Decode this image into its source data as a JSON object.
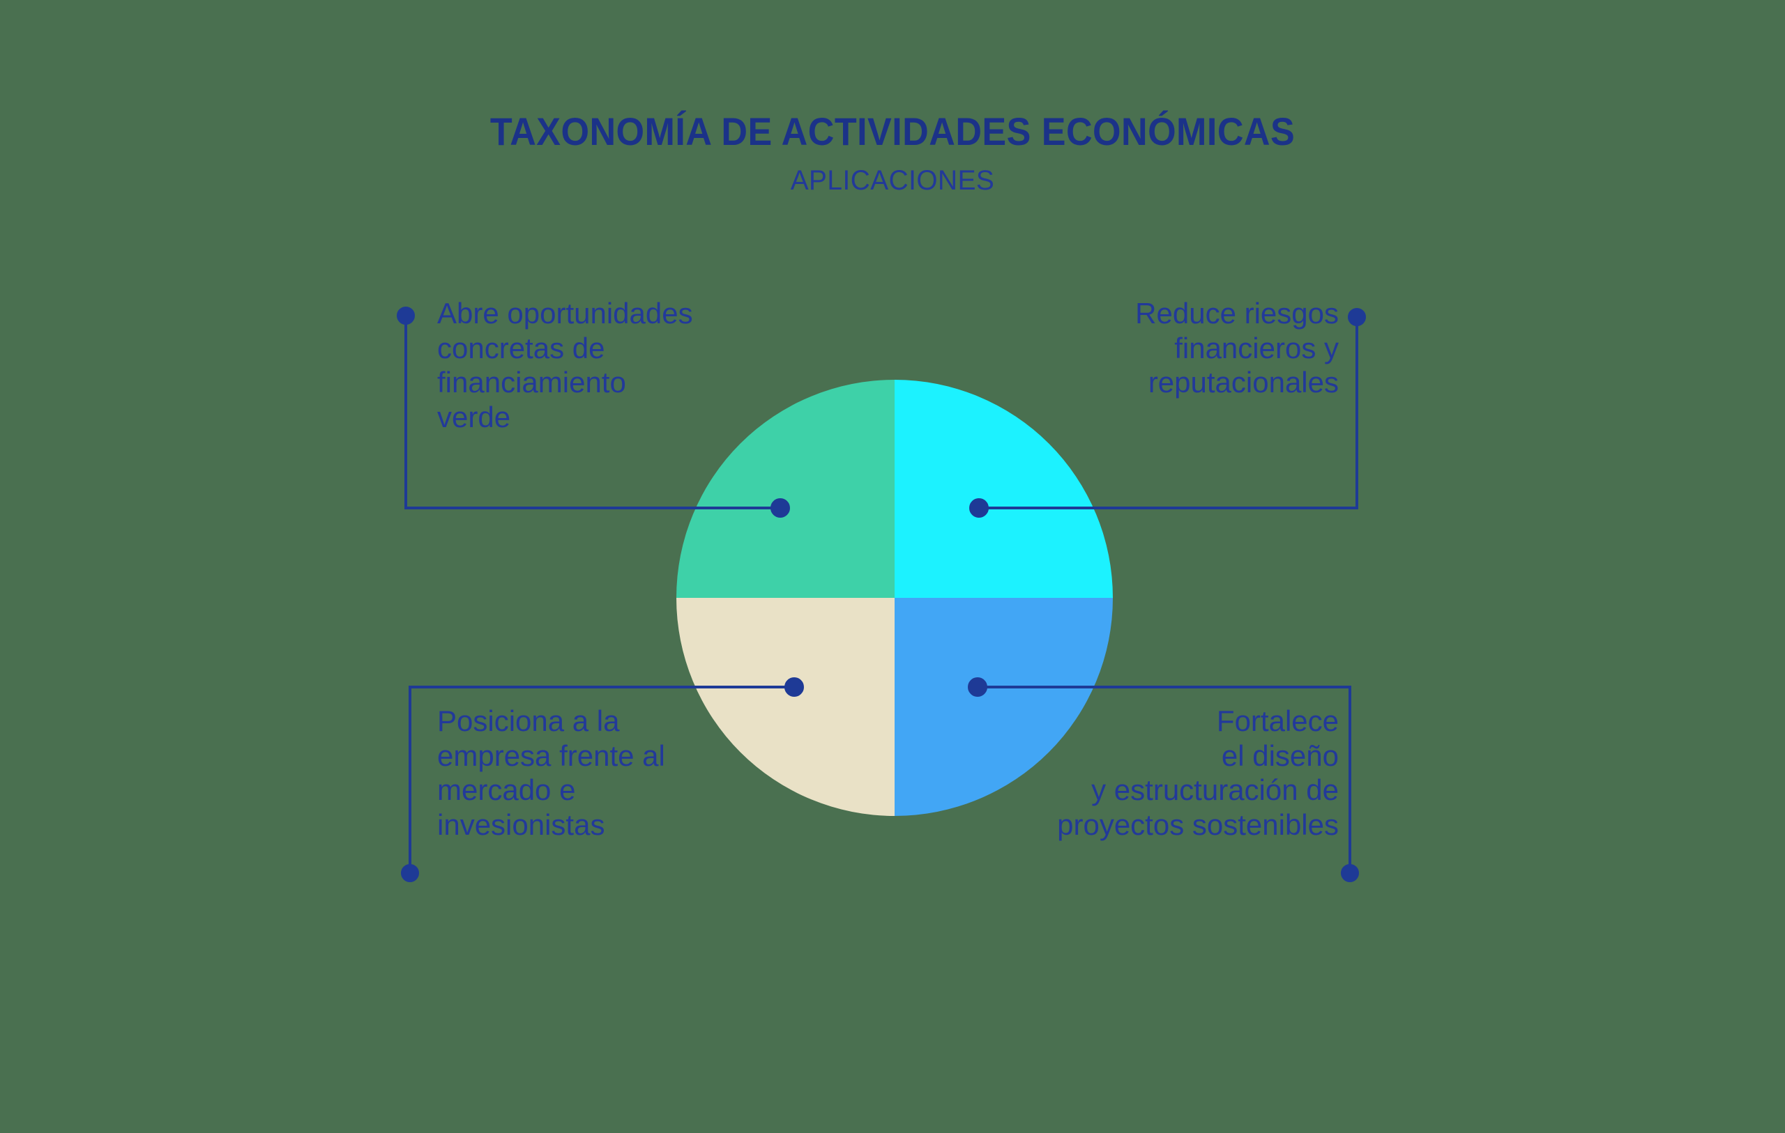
{
  "header": {
    "title": "TAXONOMÍA DE ACTIVIDADES ECONÓMICAS",
    "subtitle": "APLICACIONES"
  },
  "colors": {
    "background": "#4a7050",
    "title_blue": "#1b3288",
    "text_blue": "#22399a",
    "connector_blue": "#1e3a96",
    "quadrant_top_left": "#3ed1a8",
    "quadrant_top_right": "#1cf2ff",
    "quadrant_bottom_left": "#e9e1c6",
    "quadrant_bottom_right": "#42a6f5"
  },
  "chart_data": {
    "type": "pie",
    "title": "TAXONOMÍA DE ACTIVIDADES ECONÓMICAS",
    "subtitle": "APLICACIONES",
    "legend_position": "callouts",
    "categories": [
      "Abre oportunidades concretas de financiamiento verde",
      "Reduce riesgos financieros y reputacionales",
      "Posiciona a la empresa frente al mercado e invesionistas",
      "Fortalece el diseño y estructuración de proyectos sostenibles"
    ],
    "values": [
      25,
      25,
      25,
      25
    ],
    "colors": [
      "#3ed1a8",
      "#1cf2ff",
      "#e9e1c6",
      "#42a6f5"
    ]
  },
  "callouts": {
    "top_left": {
      "text": "Abre oportunidades\nconcretas de\nfinanciamiento\nverde",
      "align": "left",
      "quadrant": "top-left",
      "color": "#3ed1a8"
    },
    "top_right": {
      "text": "Reduce riesgos\nfinancieros y\nreputacionales",
      "align": "right",
      "quadrant": "top-right",
      "color": "#1cf2ff"
    },
    "bottom_left": {
      "text": "Posiciona a la\nempresa frente al\nmercado e\ninvesionistas",
      "align": "left",
      "quadrant": "bottom-left",
      "color": "#e9e1c6"
    },
    "bottom_right": {
      "text": "Fortalece\nel diseño\ny estructuración de\nproyectos sostenibles",
      "align": "right",
      "quadrant": "bottom-right",
      "color": "#42a6f5"
    }
  }
}
